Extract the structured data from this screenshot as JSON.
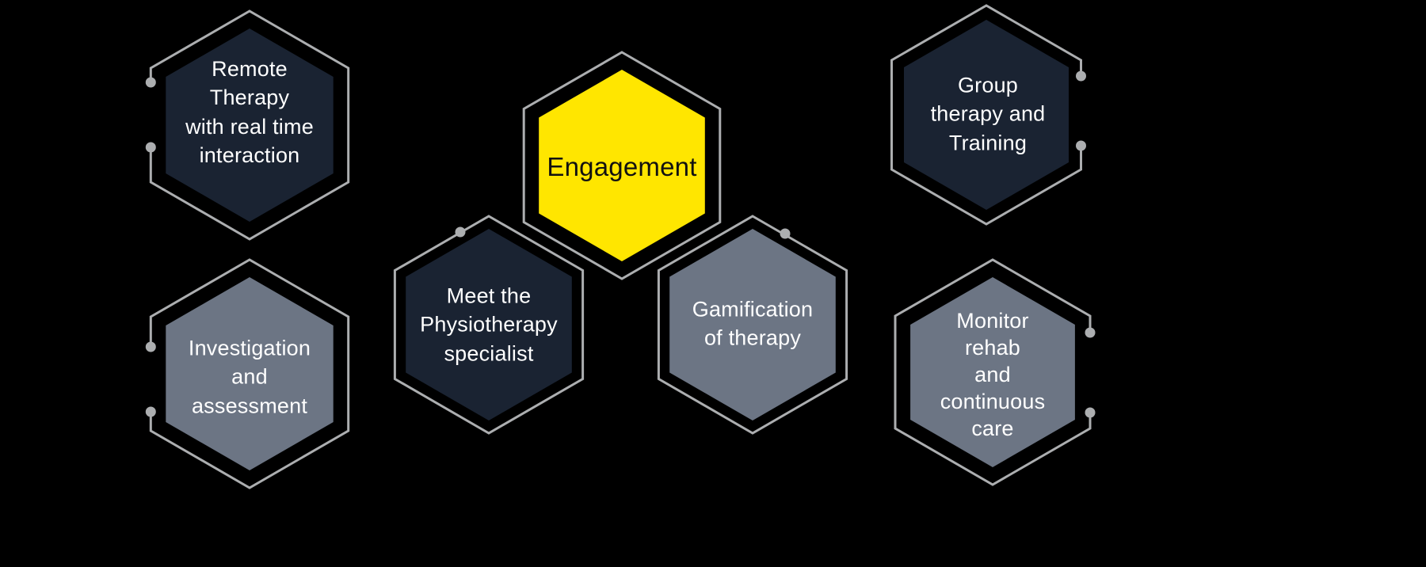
{
  "diagram": {
    "background_color": "#000000",
    "outline_color": "#ACAEB0",
    "colors": {
      "dark_navy": "#1A2332",
      "slate_gray": "#6C7584",
      "accent_yellow": "#FFE600",
      "text_light": "#FFFFFF",
      "text_dark": "#111111"
    },
    "nodes": [
      {
        "id": "remote-therapy",
        "label": "Remote\nTherapy\nwith real time\ninteraction"
      },
      {
        "id": "engagement",
        "label": "Engagement"
      },
      {
        "id": "group-therapy",
        "label": "Group\ntherapy and\nTraining"
      },
      {
        "id": "investigation",
        "label": "Investigation\nand\nassessment"
      },
      {
        "id": "physiotherapy-specialist",
        "label": "Meet the\nPhysiotherapy\nspecialist"
      },
      {
        "id": "gamification",
        "label": "Gamification\nof therapy"
      },
      {
        "id": "monitor-rehab",
        "label": "Monitor\nrehab\nand\ncontinuous\ncare"
      }
    ]
  }
}
